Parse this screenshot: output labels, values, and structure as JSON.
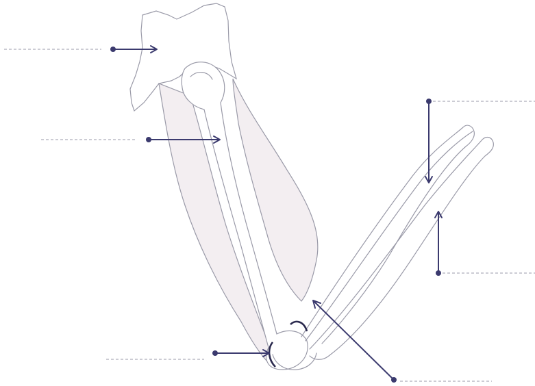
{
  "diagram": {
    "labels": [
      {
        "id": "scapula",
        "text": ""
      },
      {
        "id": "humerus",
        "text": ""
      },
      {
        "id": "radius",
        "text": ""
      },
      {
        "id": "ulna",
        "text": ""
      },
      {
        "id": "elbow-joint",
        "text": ""
      },
      {
        "id": "tendon",
        "text": ""
      }
    ],
    "colors": {
      "outline": "#9a9aa8",
      "muscle_fill": "#f3eef1",
      "arrow": "#3b3a6e",
      "joint": "#2b2a4e"
    }
  }
}
